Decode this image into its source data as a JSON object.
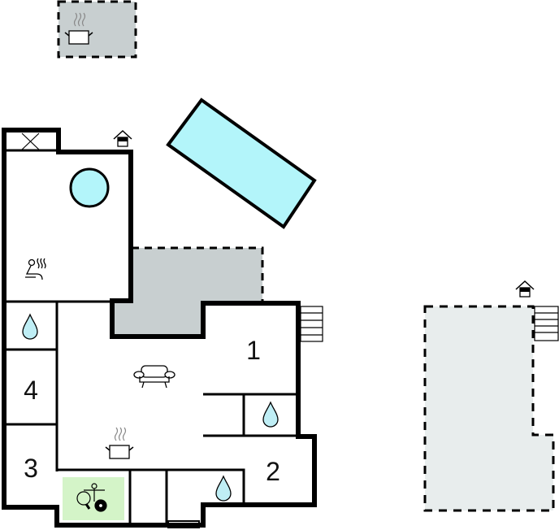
{
  "plan": {
    "rooms": [
      {
        "label": "1",
        "type": "bedroom"
      },
      {
        "label": "2",
        "type": "bedroom"
      },
      {
        "label": "3",
        "type": "bedroom"
      },
      {
        "label": "4",
        "type": "bedroom"
      }
    ],
    "icons": [
      "kitchen-icon",
      "sauna-icon",
      "sofa-icon",
      "bathroom-icon",
      "game-room-icon",
      "entrance-icon",
      "stairs-icon",
      "pool",
      "hot-tub"
    ],
    "colors": {
      "wall": "#000000",
      "water": "#b3f5fa",
      "terrace": "#c8cfd0",
      "outdoor_area": "#e8eded",
      "game_room": "#d4f4c8",
      "drop": "#bfeef5"
    }
  }
}
